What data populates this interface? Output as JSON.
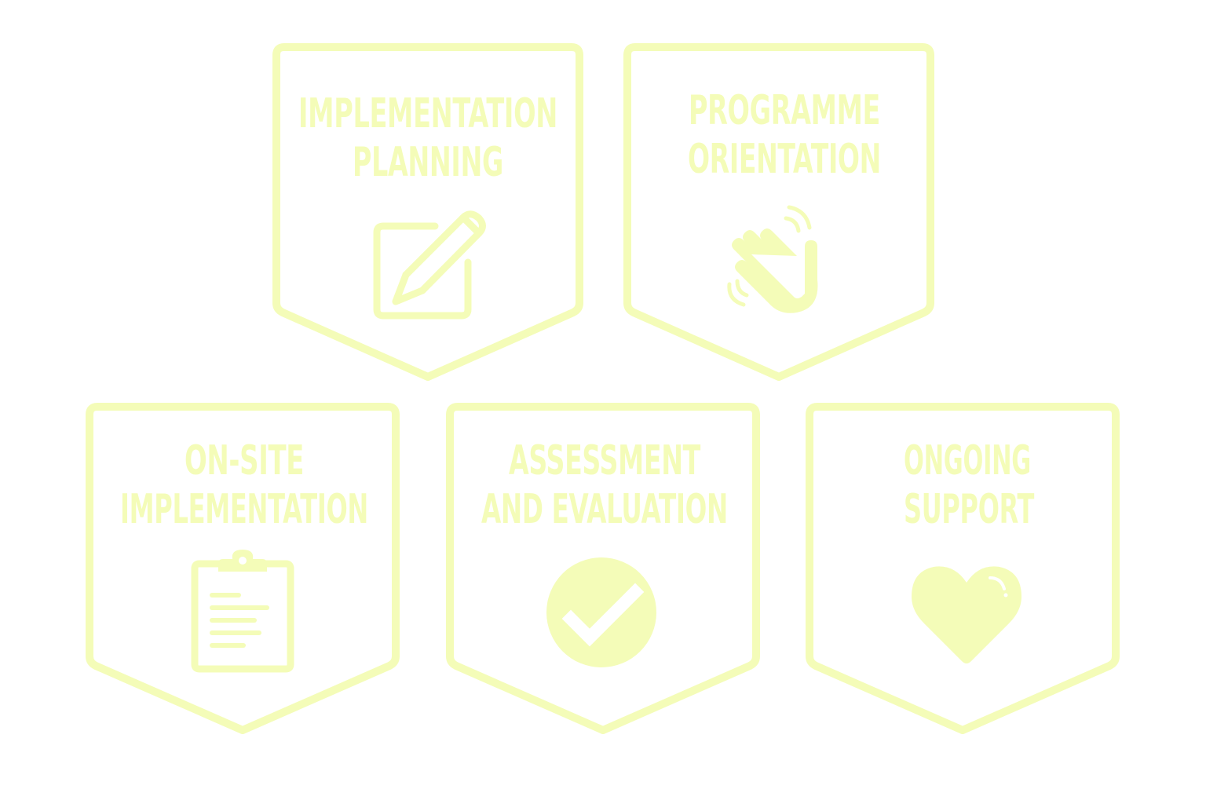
{
  "theme": {
    "accent": "#f4fcb8",
    "background": "#ffffff"
  },
  "badges": [
    {
      "title_lines": [
        "IMPLEMENTATION",
        "PLANNING"
      ],
      "icon": "pencil-on-paper-icon"
    },
    {
      "title_lines": [
        "PROGRAMME",
        "ORIENTATION"
      ],
      "icon": "waving-hand-icon"
    },
    {
      "title_lines": [
        "ON-SITE",
        "IMPLEMENTATION"
      ],
      "icon": "clipboard-icon"
    },
    {
      "title_lines": [
        "ASSESSMENT",
        "AND EVALUATION"
      ],
      "icon": "check-circle-icon"
    },
    {
      "title_lines": [
        "ONGOING",
        "SUPPORT"
      ],
      "icon": "heart-icon"
    }
  ]
}
